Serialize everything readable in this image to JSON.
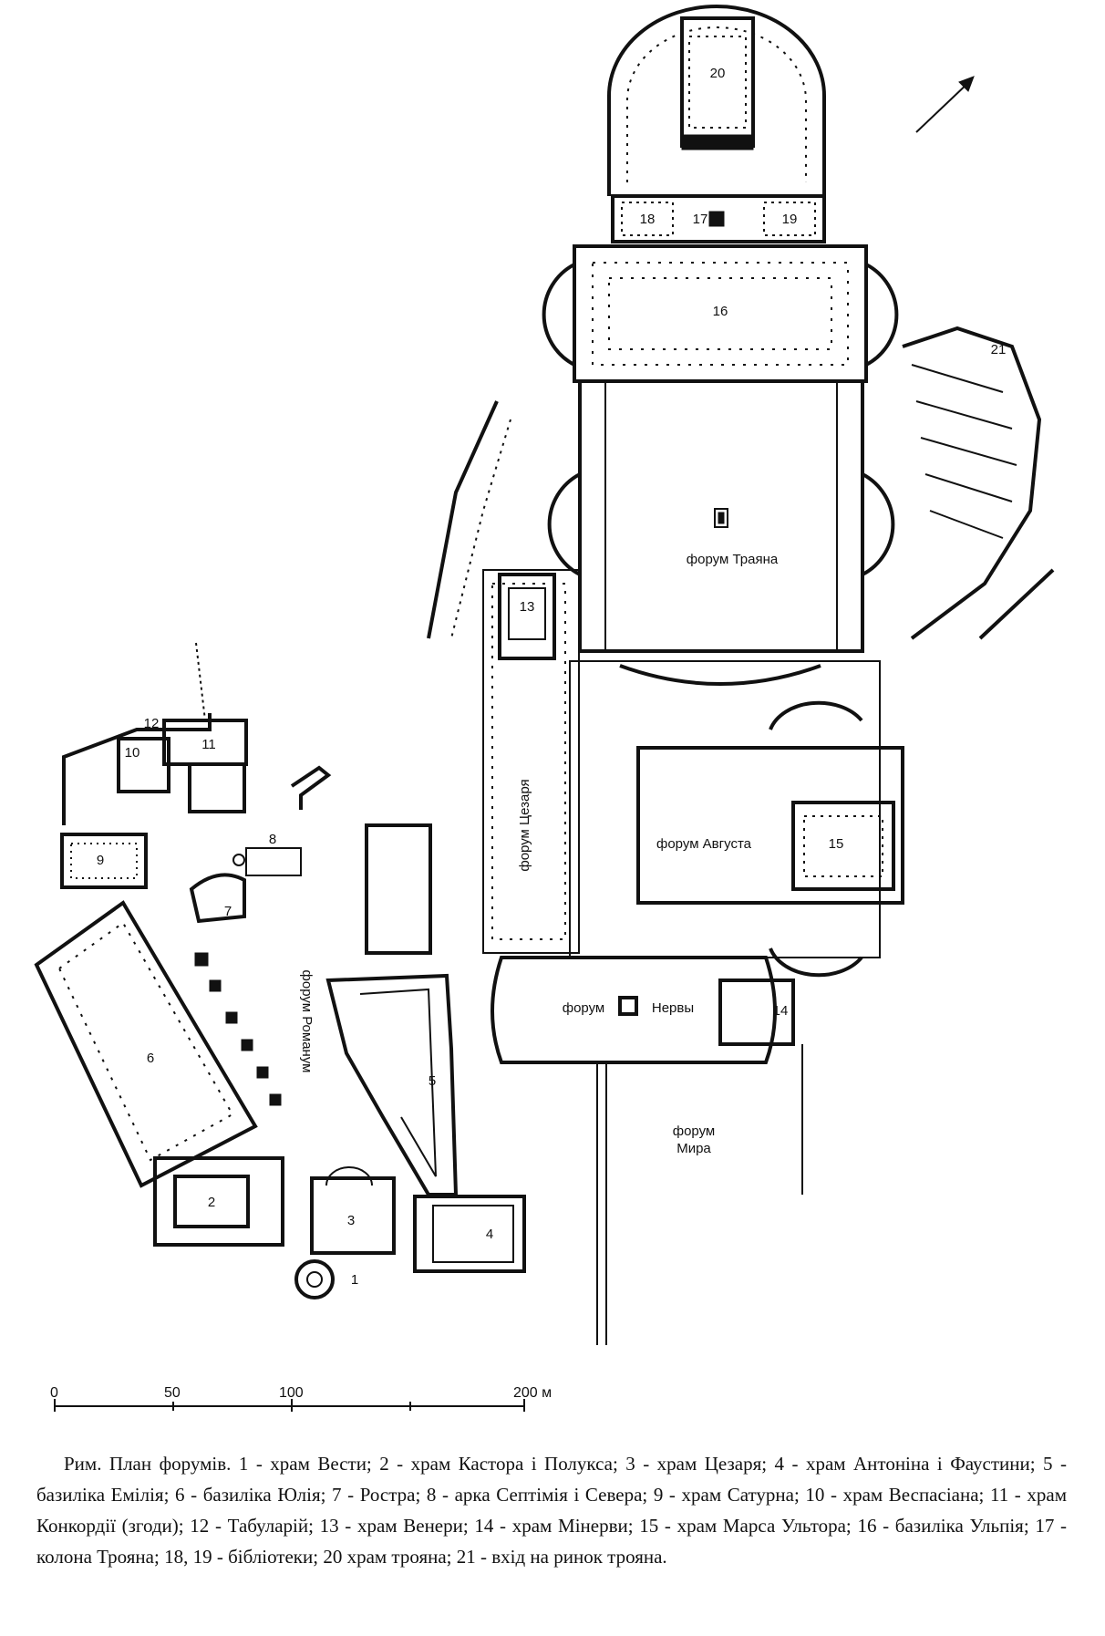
{
  "map": {
    "labels": {
      "forum_trajan": "форум Траяна",
      "forum_caesar": "форум Цезаря",
      "forum_augustus": "форум Августа",
      "forum_nerva_a": "форум",
      "forum_nerva_b": "Нервы",
      "forum_peace_a": "форум",
      "forum_peace_b": "Мира",
      "forum_romanum": "форум Романум"
    },
    "numbers": [
      "1",
      "2",
      "3",
      "4",
      "5",
      "6",
      "7",
      "8",
      "9",
      "10",
      "11",
      "12",
      "13",
      "14",
      "15",
      "16",
      "17",
      "18",
      "19",
      "20",
      "21"
    ],
    "scale": {
      "ticks": [
        "0",
        "50",
        "100",
        "200 м"
      ]
    },
    "north_arrow_icon": "north-arrow-icon"
  },
  "caption": "Рим. План форумів. 1 - храм Вести; 2 - храм Кастора і Полукса; 3 - храм Цезаря; 4 - храм Антоніна і Фаустини; 5 - базиліка Емілія; 6 - базиліка Юлія; 7 - Ростра; 8 - арка Септімія і Севера; 9 - храм Сатурна; 10 - храм Веспасіана; 11 - храм Конкордії (згоди); 12 - Табуларій; 13 - храм Венери; 14 - храм Мінерви; 15 - храм Марса Ультора; 16 - базиліка Ульпія; 17 - колона Трояна; 18, 19 - бібліотеки; 20 храм трояна; 21 - вхід на ринок трояна."
}
